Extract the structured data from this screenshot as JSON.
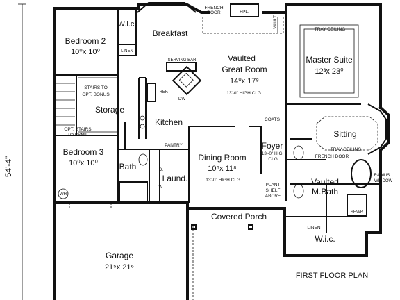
{
  "overall_dim": "54'-4\"",
  "rooms": {
    "bedroom2": {
      "name": "Bedroom 2",
      "dim": "10⁰x 10⁰"
    },
    "breakfast": {
      "name": "Breakfast"
    },
    "great_room": {
      "name1": "Vaulted",
      "name2": "Great Room",
      "dim": "14⁰x 17⁸",
      "clg": "13'-0\" HIGH CLG."
    },
    "master": {
      "name": "Master Suite",
      "dim": "12³x 23⁰"
    },
    "storage": {
      "name": "Storage"
    },
    "kitchen": {
      "name": "Kitchen"
    },
    "sitting": {
      "name": "Sitting"
    },
    "bedroom3": {
      "name": "Bedroom 3",
      "dim": "10⁰x 10⁰"
    },
    "dining": {
      "name": "Dining Room",
      "dim": "10⁶x 11⁸",
      "clg": "13'-0\" HIGH CLG."
    },
    "foyer": {
      "name": "Foyer",
      "clg1": "13'-0\" HIGH",
      "clg2": "CLG."
    },
    "bath": {
      "name": "Bath"
    },
    "laund": {
      "name": "Laund."
    },
    "mbath": {
      "name1": "Vaulted",
      "name2": "M.Bath"
    },
    "porch": {
      "name": "Covered Porch"
    },
    "wic_master": {
      "name": "W.i.c."
    },
    "wic_bed2": {
      "name": "W.i.c."
    },
    "garage": {
      "name": "Garage",
      "dim": "21⁵x 21⁶"
    }
  },
  "labels": {
    "french_door_top1": "FRENCH",
    "french_door_top2": "DOOR",
    "fpl": "FPL.",
    "vault": "VAULT",
    "tray_ceiling_top": "TRAY CEILING",
    "linen_top": "LINEN",
    "serving_bar": "SERVING BAR",
    "stairs1": "STAIRS TO",
    "stairs2": "OPT. BONUS",
    "ref": "REF.",
    "dw": "DW",
    "coats": "COATS",
    "tray_ceiling_sitting": "TRAY CEILING",
    "french_door_sitting": "FRENCH DOOR",
    "opt_stairs1": "OPT. STAIRS",
    "opt_stairs2": "TO BSMT.",
    "pantry": "PANTRY",
    "radius1": "RADIUS",
    "radius2": "WINDOW",
    "plant1": "PLANT",
    "plant2": "SHELF",
    "plant3": "ABOVE",
    "d": "D.",
    "w": "W.",
    "wh": "WH",
    "shwr": "SHWR",
    "linen_mbath": "LINEN",
    "plan_title": "FIRST FLOOR PLAN"
  }
}
